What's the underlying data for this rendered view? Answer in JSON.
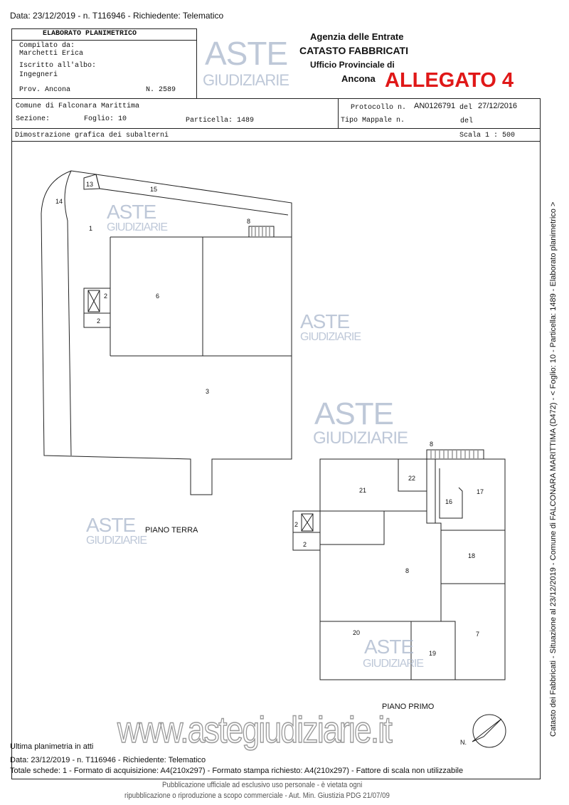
{
  "header_line": "Data: 23/12/2019 - n. T116946 - Richiedente: Telematico",
  "doc_box": {
    "title": "ELABORATO PLANIMETRICO",
    "compilato_label": "Compilato da:",
    "compilato_name": "Marchetti Erica",
    "iscritto_label": "Iscritto all'albo:",
    "iscritto_value": "Ingegneri",
    "prov": "Prov. Ancona",
    "numero": "N. 2589"
  },
  "agency": {
    "line1": "Agenzia delle Entrate",
    "line2": "CATASTO FABBRICATI",
    "line3": "Ufficio Provinciale di",
    "line4": "Ancona"
  },
  "allegato": "ALLEGATO 4",
  "info": {
    "comune": "Comune di Falconara Marittima",
    "sezione": "Sezione:",
    "foglio": "Foglio: 10",
    "particella": "Particella: 1489",
    "protocollo_label": "Protocollo n.",
    "protocollo": "AN0126791",
    "del1": "del",
    "data": "27/12/2016",
    "tipo_mappale": "Tipo Mappale n.",
    "del2": "del",
    "dimostrazione": "Dimostrazione grafica dei subalterni",
    "scala": "Scala 1 : 500"
  },
  "side_text": "Catasto dei Fabbricati - Situazione al 23/12/2019 - Comune di FALCONARA MARITTIMA (D472) - < Foglio: 10 - Particella: 1489 - Elaborato planimetrico >",
  "plan": {
    "piano_terra": "PIANO TERRA",
    "piano_primo": "PIANO PRIMO",
    "north": "N.",
    "labels_pt": [
      "14",
      "13",
      "15",
      "1",
      "8",
      "2",
      "2",
      "6",
      "3"
    ],
    "labels_pp": [
      "8",
      "21",
      "22",
      "16",
      "17",
      "2",
      "2",
      "18",
      "8",
      "20",
      "19",
      "7"
    ]
  },
  "watermark": {
    "aste": "ASTE",
    "giudiziarie": "GIUDIZIARIE",
    "url": "www.astegiudiziarie.it"
  },
  "footer": {
    "ultima": "Ultima planimetria in atti",
    "data_line": "Data: 23/12/2019 - n. T116946 - Richiedente: Telematico",
    "totale": "Totale schede: 1 - Formato di acquisizione: A4(210x297)  - Formato stampa richiesto: A4(210x297) - Fattore di scala non utilizzabile",
    "pub1": "Pubblicazione ufficiale ad esclusivo uso personale - è vietata ogni",
    "pub2": "ripubblicazione o riproduzione a scopo commerciale - Aut. Min. Giustizia PDG 21/07/09"
  }
}
